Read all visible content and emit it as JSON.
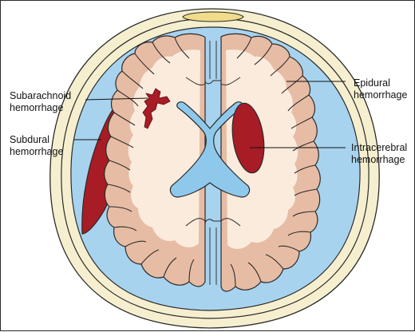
{
  "labels": {
    "subarachnoid": {
      "line1": "Subarachnoid",
      "line2": "hemorrhage"
    },
    "subdural": {
      "line1": "Subdural",
      "line2": "hemorrhage"
    },
    "epidural": {
      "line1": "Epidural",
      "line2": "hemorrhage"
    },
    "intracerebral": {
      "line1": "Intracerebral",
      "line2": "hemorrhage"
    }
  },
  "colors": {
    "scalp": "#f6efcf",
    "skull_marrow": "#f0dc8a",
    "csf": "#a7d3ef",
    "gray_matter": "#e7bca4",
    "white_matter": "#fbebdc",
    "ventricle": "#8ec9ec",
    "blood": "#a81c25",
    "outline": "#2b2b2b"
  }
}
